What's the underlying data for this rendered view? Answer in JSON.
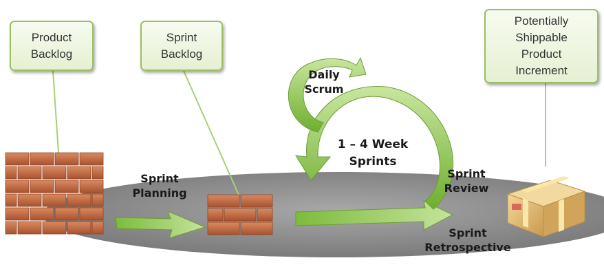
{
  "callouts": {
    "product_backlog": [
      "Product",
      "Backlog"
    ],
    "sprint_backlog": [
      "Sprint",
      "Backlog"
    ],
    "increment": [
      "Potentially",
      "Shippable",
      "Product",
      "Increment"
    ]
  },
  "labels": {
    "daily_scrum": [
      "Daily",
      "Scrum"
    ],
    "sprint_length": [
      "1 – 4 Week",
      "Sprints"
    ],
    "sprint_planning": [
      "Sprint",
      "Planning"
    ],
    "sprint_review": [
      "Sprint",
      "Review"
    ],
    "sprint_retrospective": [
      "Sprint",
      "Retrospective"
    ]
  },
  "colors": {
    "callout_border": "#9cbf62",
    "arrow_green": "#8cc152",
    "brick": "#c0673f",
    "ellipse": "#8a8a8a",
    "box": "#e6c27a"
  }
}
